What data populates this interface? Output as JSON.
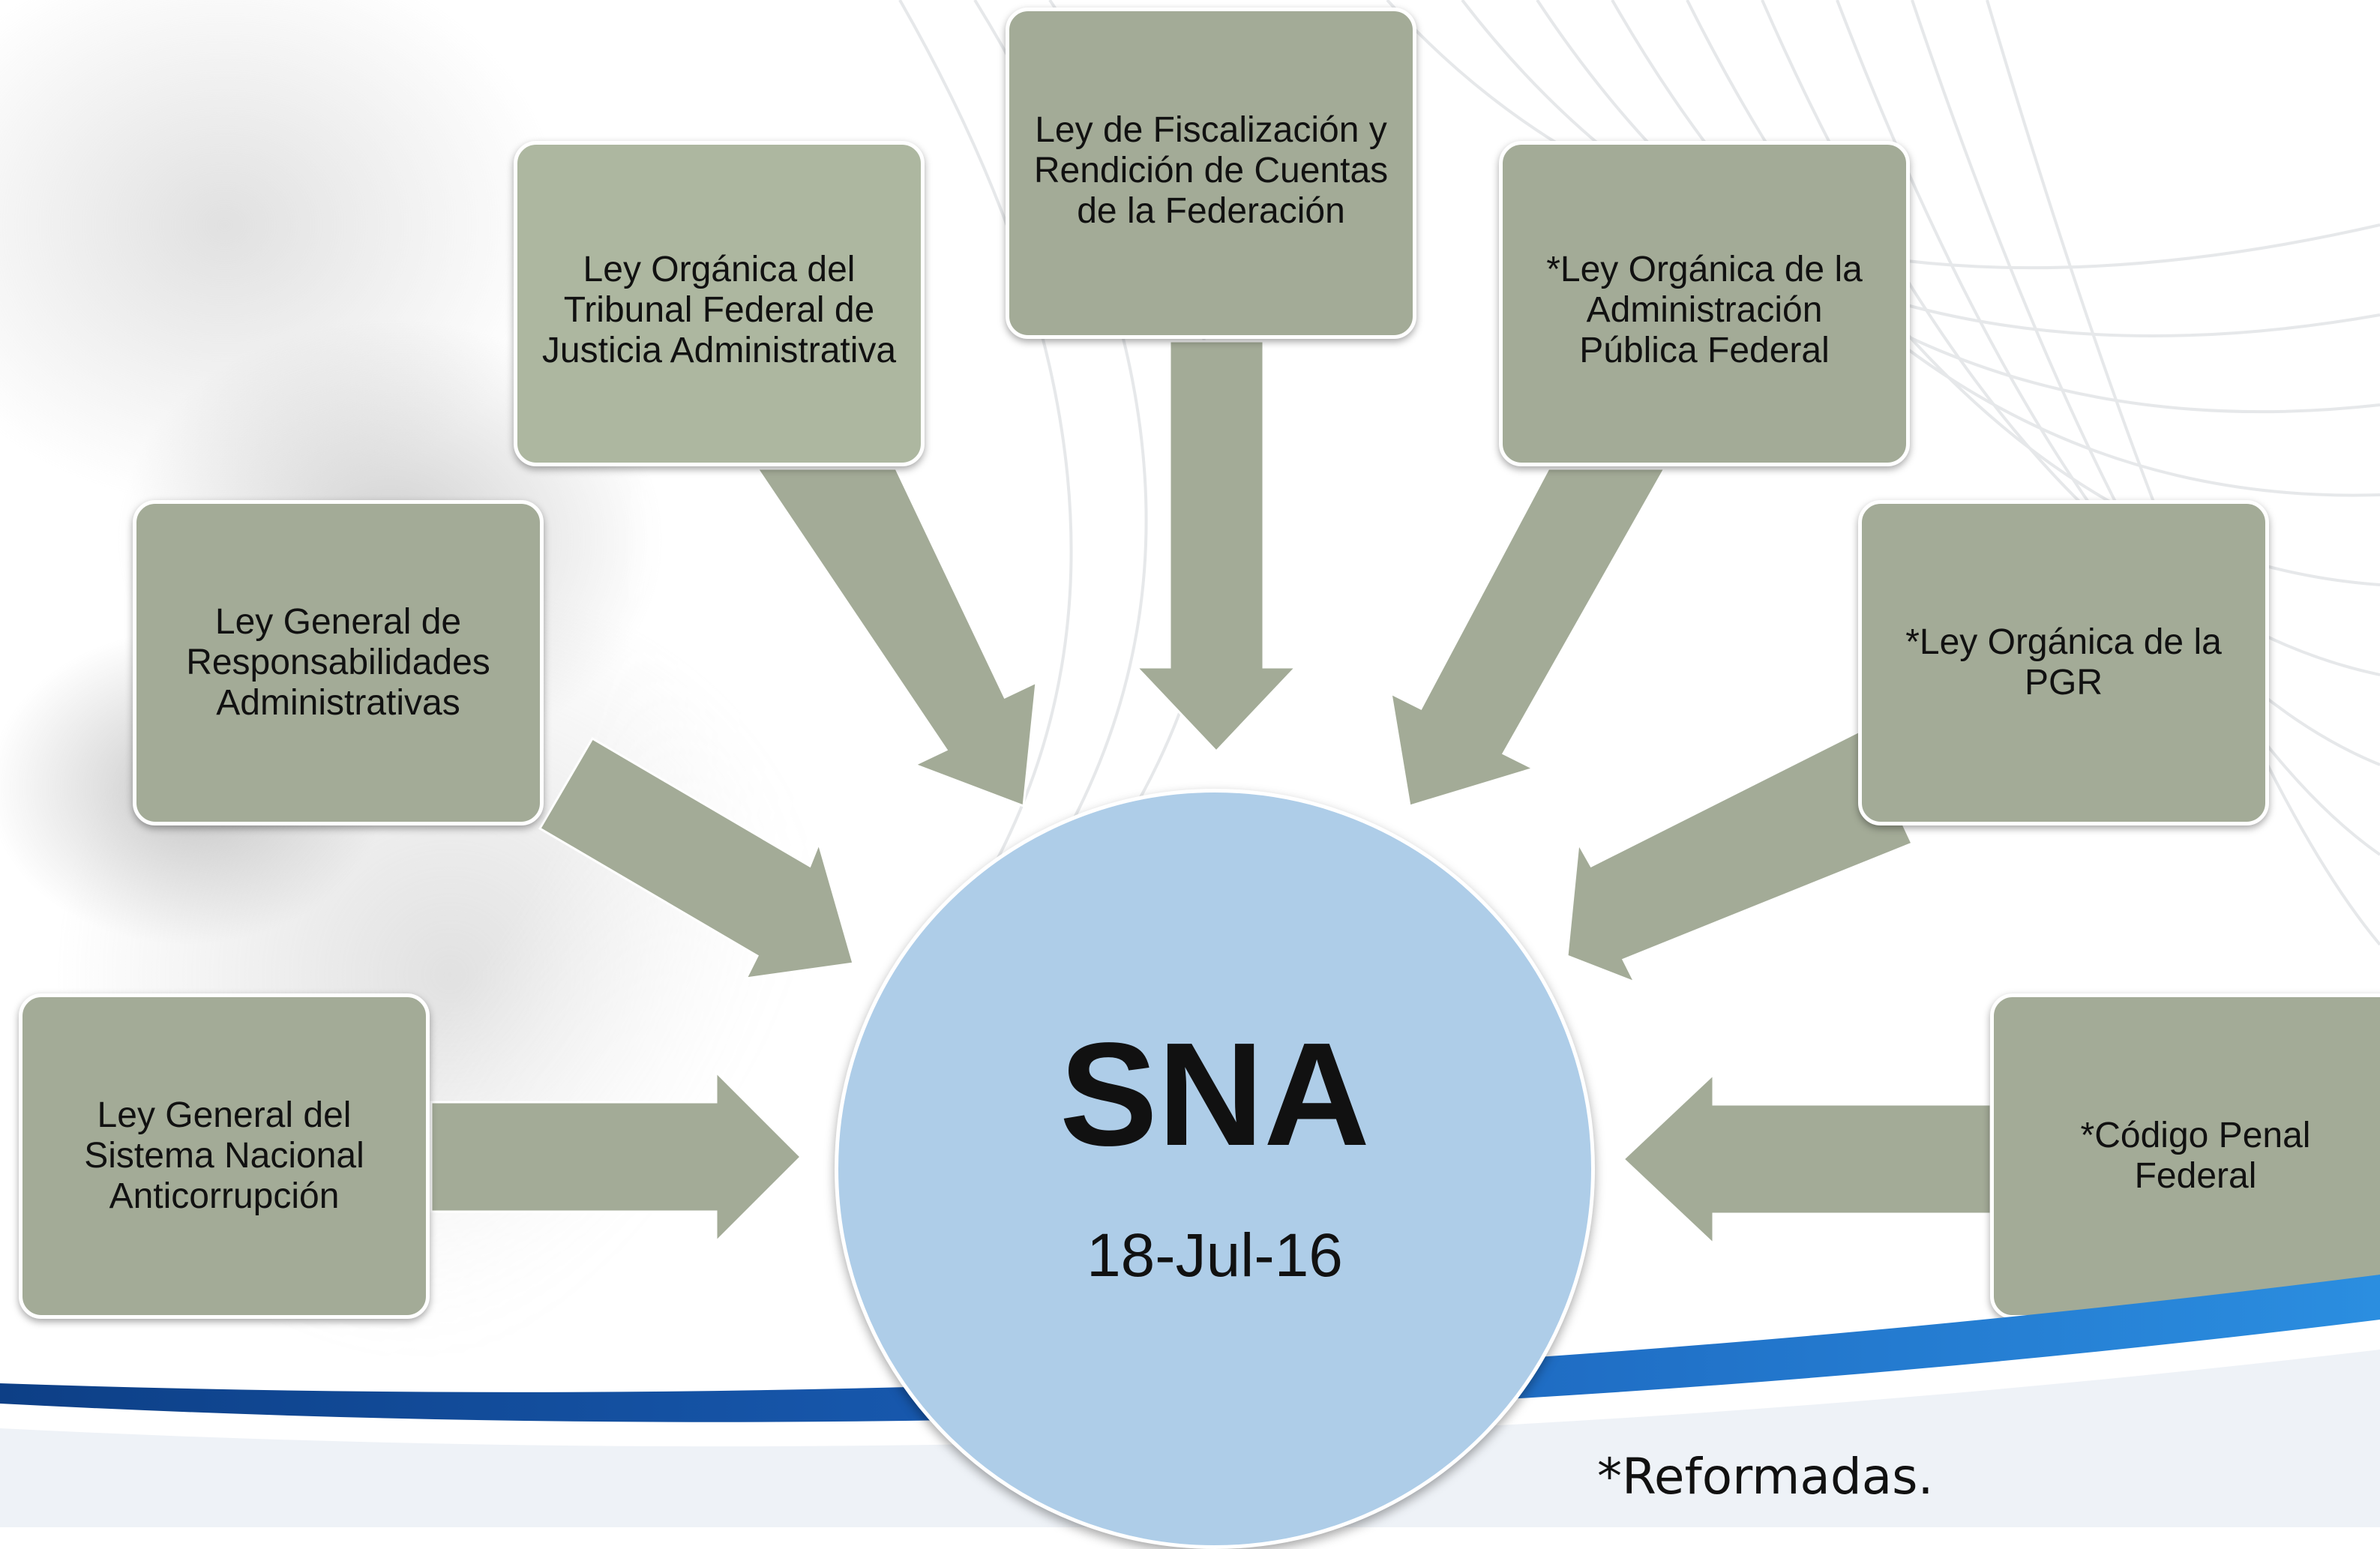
{
  "center": {
    "title": "SNA",
    "date": "18-Jul-16"
  },
  "laws": [
    {
      "text": "Ley General del\nSistema Nacional\nAnticorrupción"
    },
    {
      "text": "Ley General de\nResponsabilidades\nAdministrativas"
    },
    {
      "text": "Ley Orgánica del\nTribunal Federal de\nJusticia Administrativa"
    },
    {
      "text": "Ley de Fiscalización y\nRendición de Cuentas\nde la Federación"
    },
    {
      "text": "*Ley Orgánica de la\nAdministración\nPública Federal"
    },
    {
      "text": "*Ley Orgánica de la\nPGR"
    },
    {
      "text": "*Código Penal\nFederal"
    }
  ],
  "footnote": "*Reformadas.",
  "colors": {
    "box": "#a3ab97",
    "box_light": "#adb7a0",
    "arrow": "#a3ab97",
    "circle": "#aecde8",
    "band": "#1c68c5"
  }
}
